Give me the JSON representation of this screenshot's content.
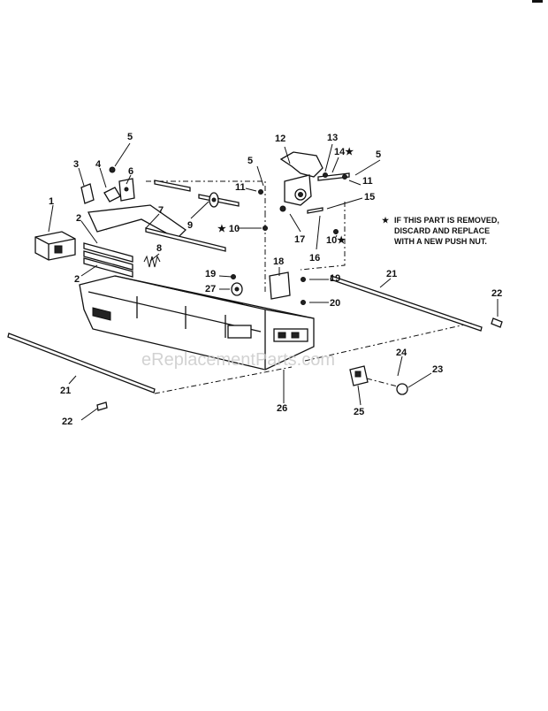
{
  "labels": {
    "p1": "1",
    "p2a": "2",
    "p2b": "2",
    "p3": "3",
    "p4": "4",
    "p5a": "5",
    "p5b": "5",
    "p5c": "5",
    "p6": "6",
    "p7": "7",
    "p8": "8",
    "p9": "9",
    "p10a": "★ 10",
    "p10b": "10★",
    "p11a": "11",
    "p11b": "11",
    "p12": "12",
    "p13": "13",
    "p14": "14★",
    "p15": "15",
    "p16": "16",
    "p17": "17",
    "p18": "18",
    "p19a": "19",
    "p19b": "19",
    "p20": "20",
    "p21a": "21",
    "p21b": "21",
    "p22a": "22",
    "p22b": "22",
    "p23": "23",
    "p24": "24",
    "p25": "25",
    "p26": "26",
    "p27": "27"
  },
  "note": {
    "star": "★",
    "line1": "IF THIS PART IS REMOVED,",
    "line2": "DISCARD AND REPLACE",
    "line3": "WITH A NEW PUSH NUT."
  },
  "watermark": "eReplacementParts.com"
}
